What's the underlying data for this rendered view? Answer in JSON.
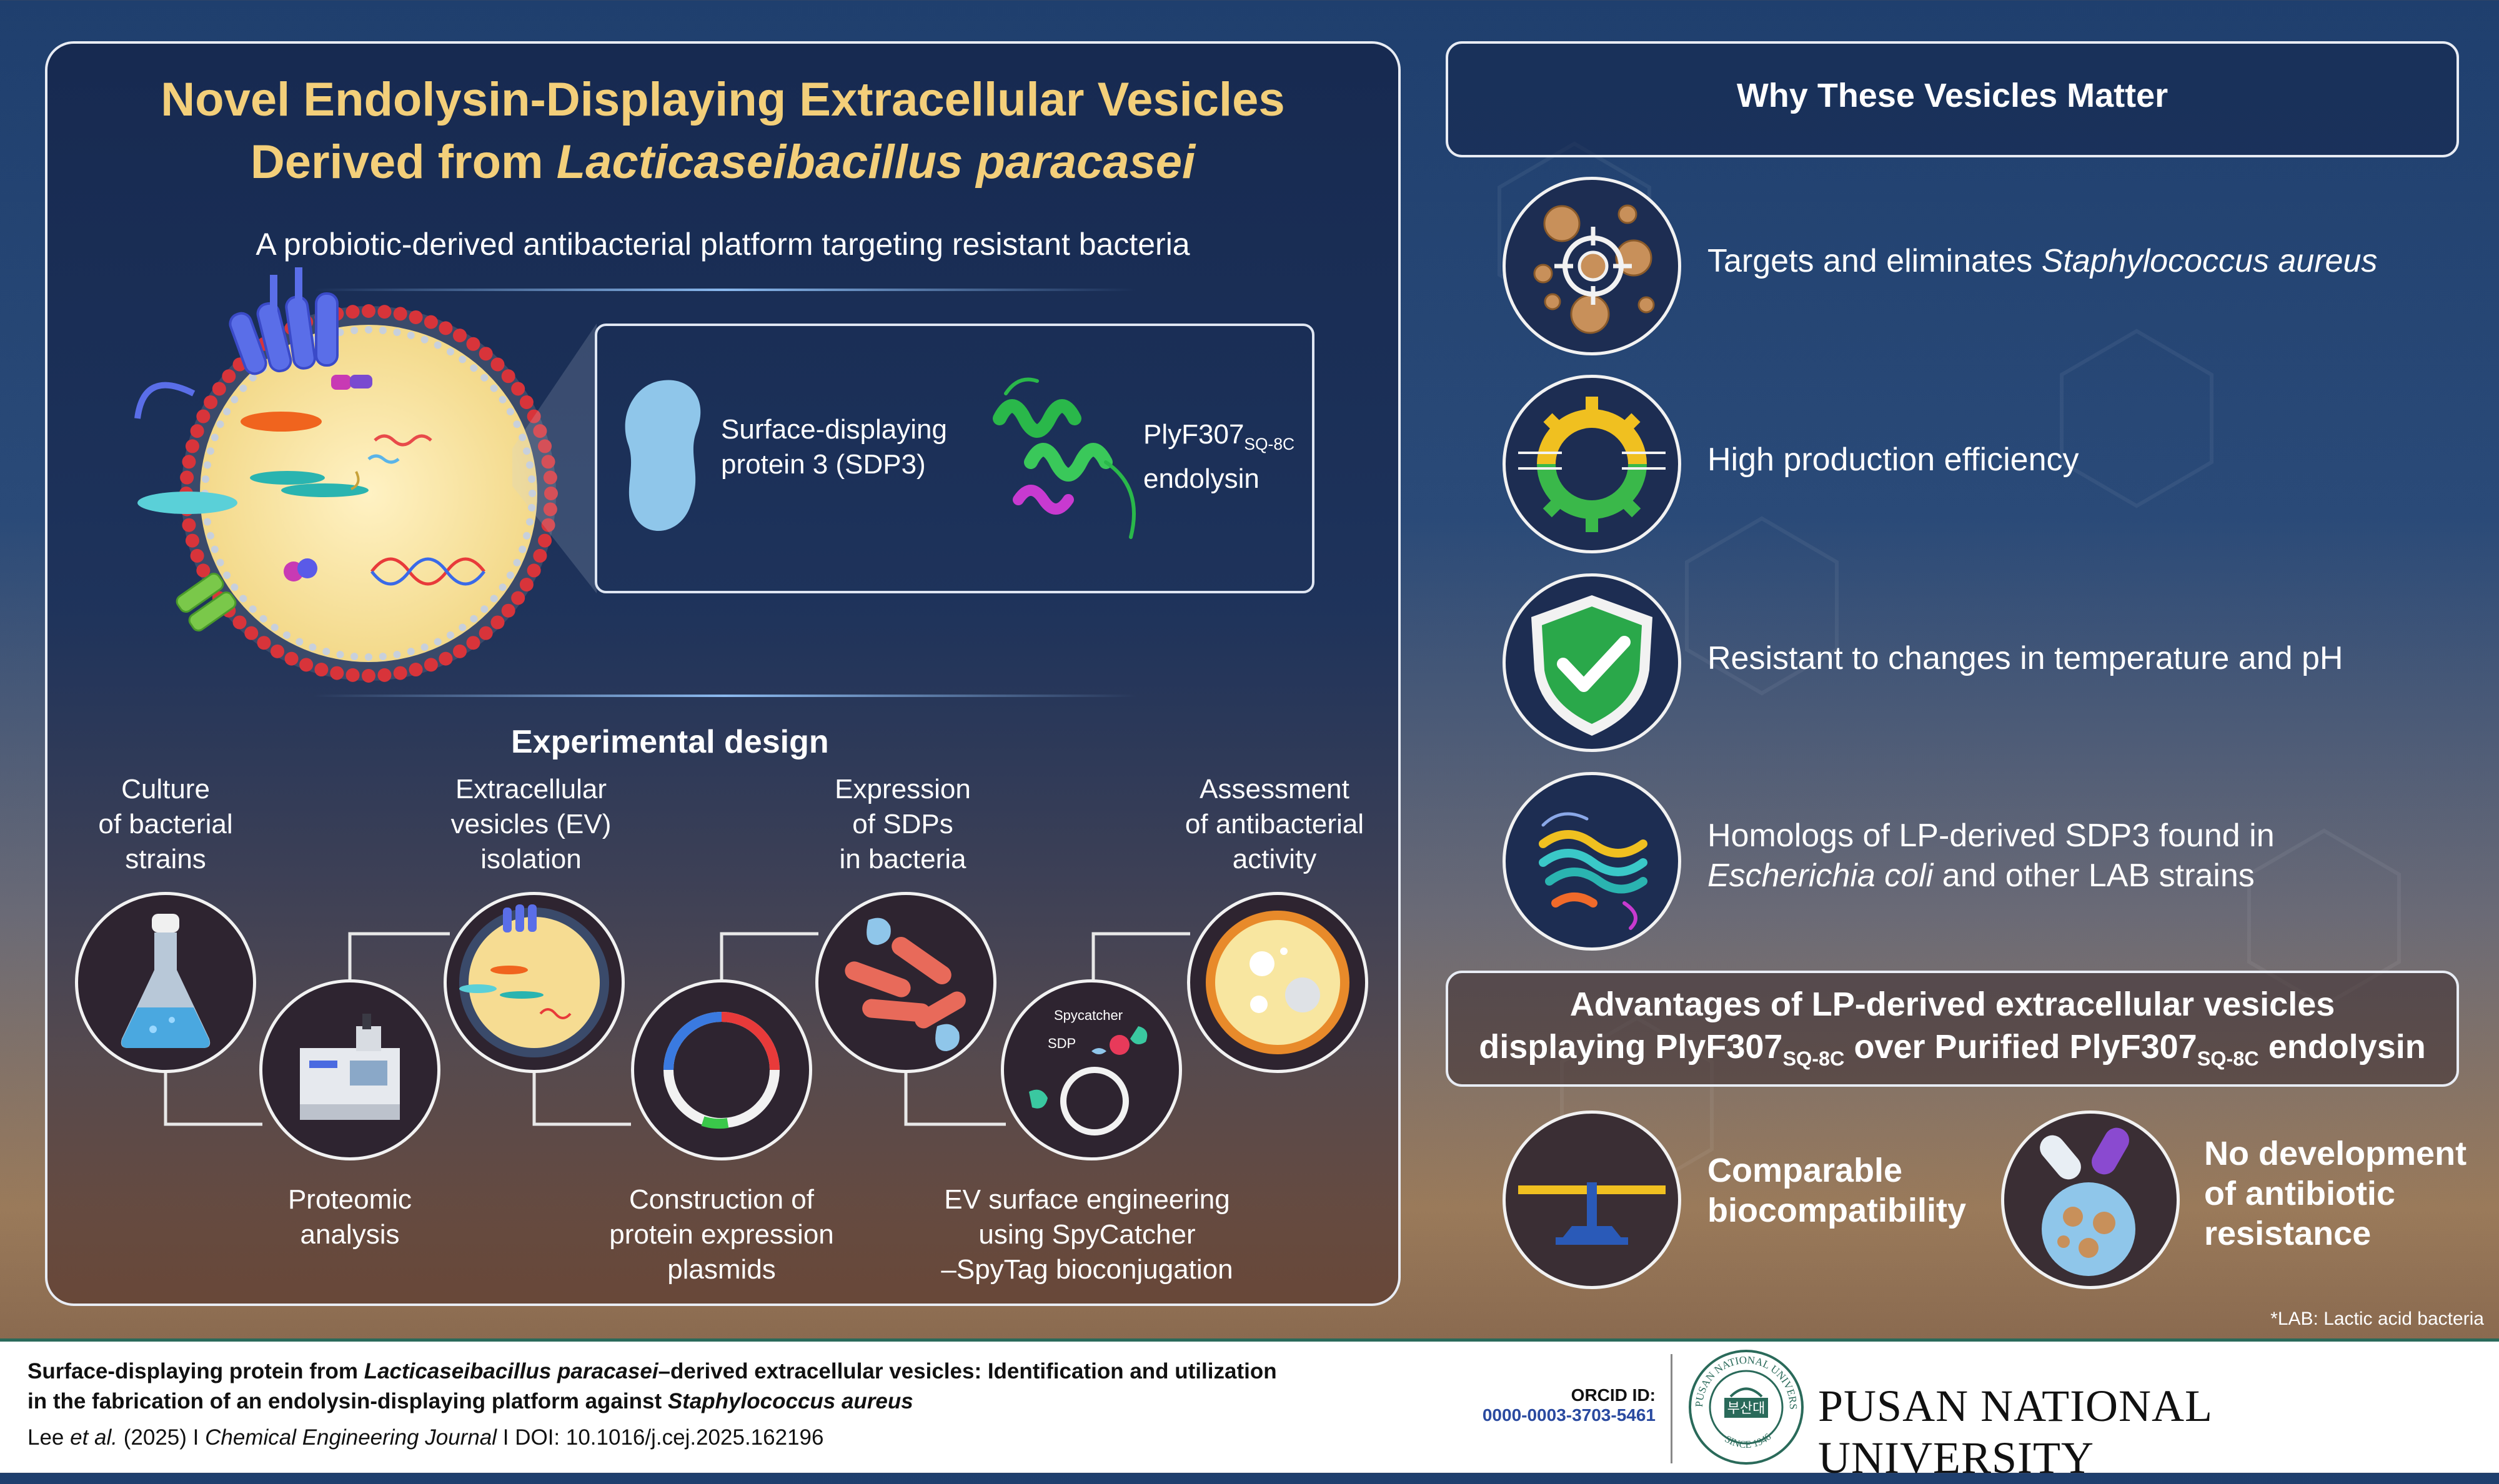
{
  "title": {
    "line1": "Novel Endolysin-Displaying Extracellular Vesicles",
    "line2_prefix": "Derived from ",
    "line2_italic": "Lacticaseibacillus paracasei"
  },
  "subtitle": "A probiotic-derived antibacterial platform targeting resistant bacteria",
  "inset": {
    "sdp3_line1": "Surface-displaying",
    "sdp3_line2": "protein 3 (SDP3)",
    "plyf_main": "PlyF307",
    "plyf_sub": "SQ-8C",
    "plyf_line2": "endolysin"
  },
  "experimental_design": {
    "heading": "Experimental design",
    "steps_top": [
      {
        "l1": "Culture",
        "l2": "of bacterial",
        "l3": "strains"
      },
      {
        "l1": "Extracellular",
        "l2": "vesicles (EV)",
        "l3": "isolation"
      },
      {
        "l1": "Expression",
        "l2": "of SDPs",
        "l3": "in bacteria"
      },
      {
        "l1": "Assessment",
        "l2": "of antibacterial",
        "l3": "activity"
      }
    ],
    "steps_bottom": [
      {
        "l1": "Proteomic",
        "l2": "analysis",
        "l3": ""
      },
      {
        "l1": "Construction of",
        "l2": "protein expression",
        "l3": "plasmids"
      },
      {
        "l1": "EV surface engineering",
        "l2": "using SpyCatcher",
        "l3": "–SpyTag bioconjugation"
      }
    ],
    "spy_labels": {
      "spycatcher": "Spycatcher",
      "sdp": "SDP"
    }
  },
  "why": {
    "heading": "Why These Vesicles Matter",
    "items": [
      {
        "text": "Targets and eliminates ",
        "italic": "Staphylococcus aureus",
        "icon": "target-icon"
      },
      {
        "text": "High production efficiency",
        "icon": "gear-icon"
      },
      {
        "text": "Resistant to changes in temperature and pH",
        "icon": "shield-check-icon"
      },
      {
        "text_l1": "Homologs of LP-derived SDP3 found in",
        "italic_l2": "Escherichia coli",
        "text_l2": " and other LAB strains",
        "icon": "protein-icon"
      }
    ]
  },
  "advantages": {
    "line1": "Advantages of LP-derived extracellular vesicles",
    "l2_a": "displaying PlyF307",
    "l2_sub1": "SQ-8C",
    "l2_b": " over Purified PlyF307",
    "l2_sub2": "SQ-8C",
    "l2_c": " endolysin",
    "items": [
      {
        "l1": "Comparable",
        "l2": "biocompatibility",
        "l3": "",
        "icon": "balance-icon"
      },
      {
        "l1": "No development",
        "l2": "of antibiotic",
        "l3": "resistance",
        "icon": "capsule-icon"
      }
    ],
    "footnote": "*LAB: Lactic acid bacteria"
  },
  "footer": {
    "title_a": "Surface-displaying protein from ",
    "title_italic": "Lacticaseibacillus paracasei",
    "title_b": "–derived extracellular vesicles: Identification and utilization",
    "title_line2_a": "in the fabrication of an endolysin-displaying platform against ",
    "title_line2_italic": "Staphylococcus aureus",
    "cite_a": "Lee ",
    "cite_etal": "et al.",
    "cite_b": " (2025)  I  ",
    "cite_journal": "Chemical Engineering Journal",
    "cite_c": "  I  DOI: 10.1016/j.cej.2025.162196",
    "orcid_label": "ORCID ID:",
    "orcid_id": "0000-0003-3703-5461",
    "university": "PUSAN NATIONAL UNIVERSITY",
    "seal_top": "PUSAN NATIONAL UNIVERSITY",
    "seal_bottom": "SINCE 1946",
    "seal_center": "부산대"
  },
  "colors": {
    "title_gold": "#f3cf7a",
    "panel_border": "#e8ecf4",
    "footer_rule": "#2a6a5a"
  }
}
